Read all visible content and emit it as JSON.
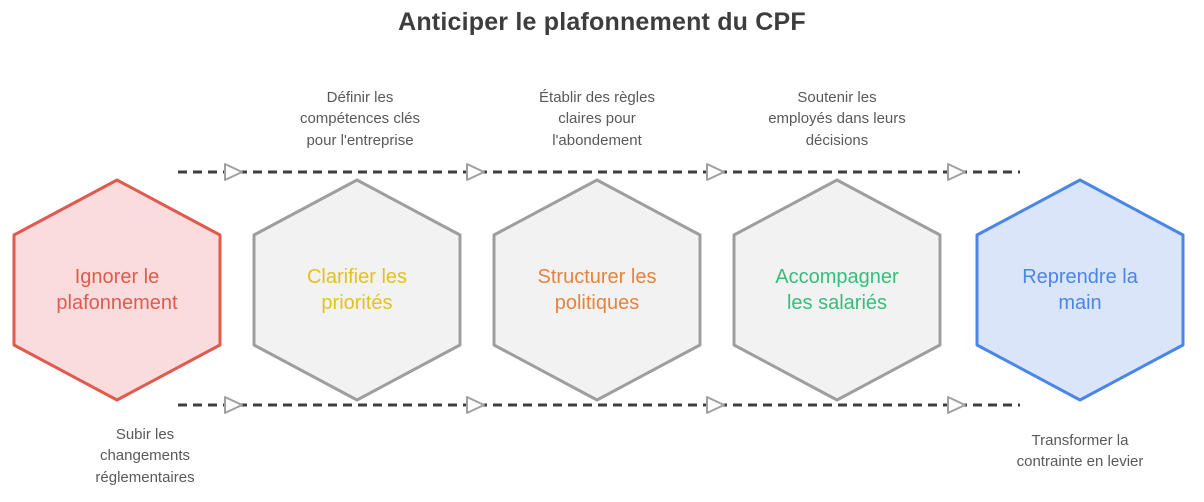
{
  "title": "Anticiper le plafonnement du CPF",
  "top_annotations": [
    {
      "text": "Définir les\ncompétences clés\npour l'entreprise"
    },
    {
      "text": "Établir des règles\nclaires pour\nl'abondement"
    },
    {
      "text": "Soutenir les\nemployés dans leurs\ndécisions"
    }
  ],
  "steps": [
    {
      "label": "Ignorer le\nplafonnement",
      "fill": "#F9DCDB",
      "stroke": "#E05A50",
      "text_color": "#E05A50"
    },
    {
      "label": "Clarifier les\npriorités",
      "fill": "#F2F2F2",
      "stroke": "#9E9E9E",
      "text_color": "#E3C21A"
    },
    {
      "label": "Structurer les\npolitiques",
      "fill": "#F2F2F2",
      "stroke": "#9E9E9E",
      "text_color": "#E8823D"
    },
    {
      "label": "Accompagner\nles salariés",
      "fill": "#F2F2F2",
      "stroke": "#9E9E9E",
      "text_color": "#35BE7B"
    },
    {
      "label": "Reprendre la\nmain",
      "fill": "#DBE5F9",
      "stroke": "#4A86E8",
      "text_color": "#4A86E8"
    }
  ],
  "bottom_annotations": [
    {
      "text": "Subir les\nchangements\nréglementaires"
    },
    {
      "text": "Transformer la\ncontrainte en levier"
    }
  ],
  "colors": {
    "title": "#3D3D3D",
    "annotation_text": "#595959",
    "dash_line": "#3F3F3F",
    "arrowhead_fill": "#FCFCFC",
    "arrowhead_stroke": "#A0A0A0",
    "background": "#FFFFFF"
  }
}
